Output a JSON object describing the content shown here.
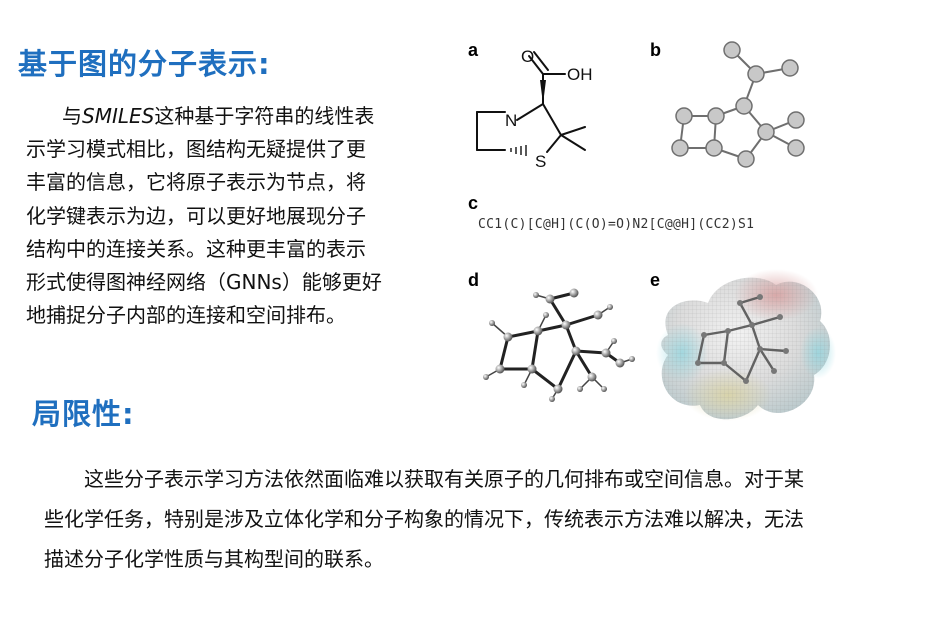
{
  "heading_representation": "基于图的分子表示:",
  "paragraph_representation": {
    "lines": [
      [
        "与",
        "SMILES",
        "这种基于字符串的线性表"
      ],
      "示学习模式相比，图结构无疑提供了更",
      "丰富的信息，它将原子表示为节点，将",
      "化学键表示为边，可以更好地展现分子",
      "结构中的连接关系。这种更丰富的表示",
      "形式使得图神经网络（GNNs）能够更好",
      "地捕捉分子内部的连接和空间排布。"
    ]
  },
  "figure": {
    "panel_labels": [
      "a",
      "b",
      "c",
      "d",
      "e"
    ],
    "atom_labels": {
      "nitrogen": "N",
      "sulfur": "S",
      "oxygen": "O",
      "hydroxyl": "OH"
    },
    "smiles": "CC1(C)[C@H](C(O)=O)N2[C@@H](CC2)S1"
  },
  "heading_limitation": "局限性:",
  "paragraph_limitation": {
    "lines": [
      "这些分子表示学习方法依然面临难以获取有关原子的几何排布或空间信息。对于某",
      "些化学任务，特别是涉及立体化学和分子构象的情况下，传统表示方法难以解决，无法",
      "描述分子化学性质与其构型间的联系。"
    ]
  },
  "colors": {
    "heading": "#1f6fbf",
    "node_fill": "#c8c8c8",
    "node_stroke": "#6f6f6f"
  }
}
